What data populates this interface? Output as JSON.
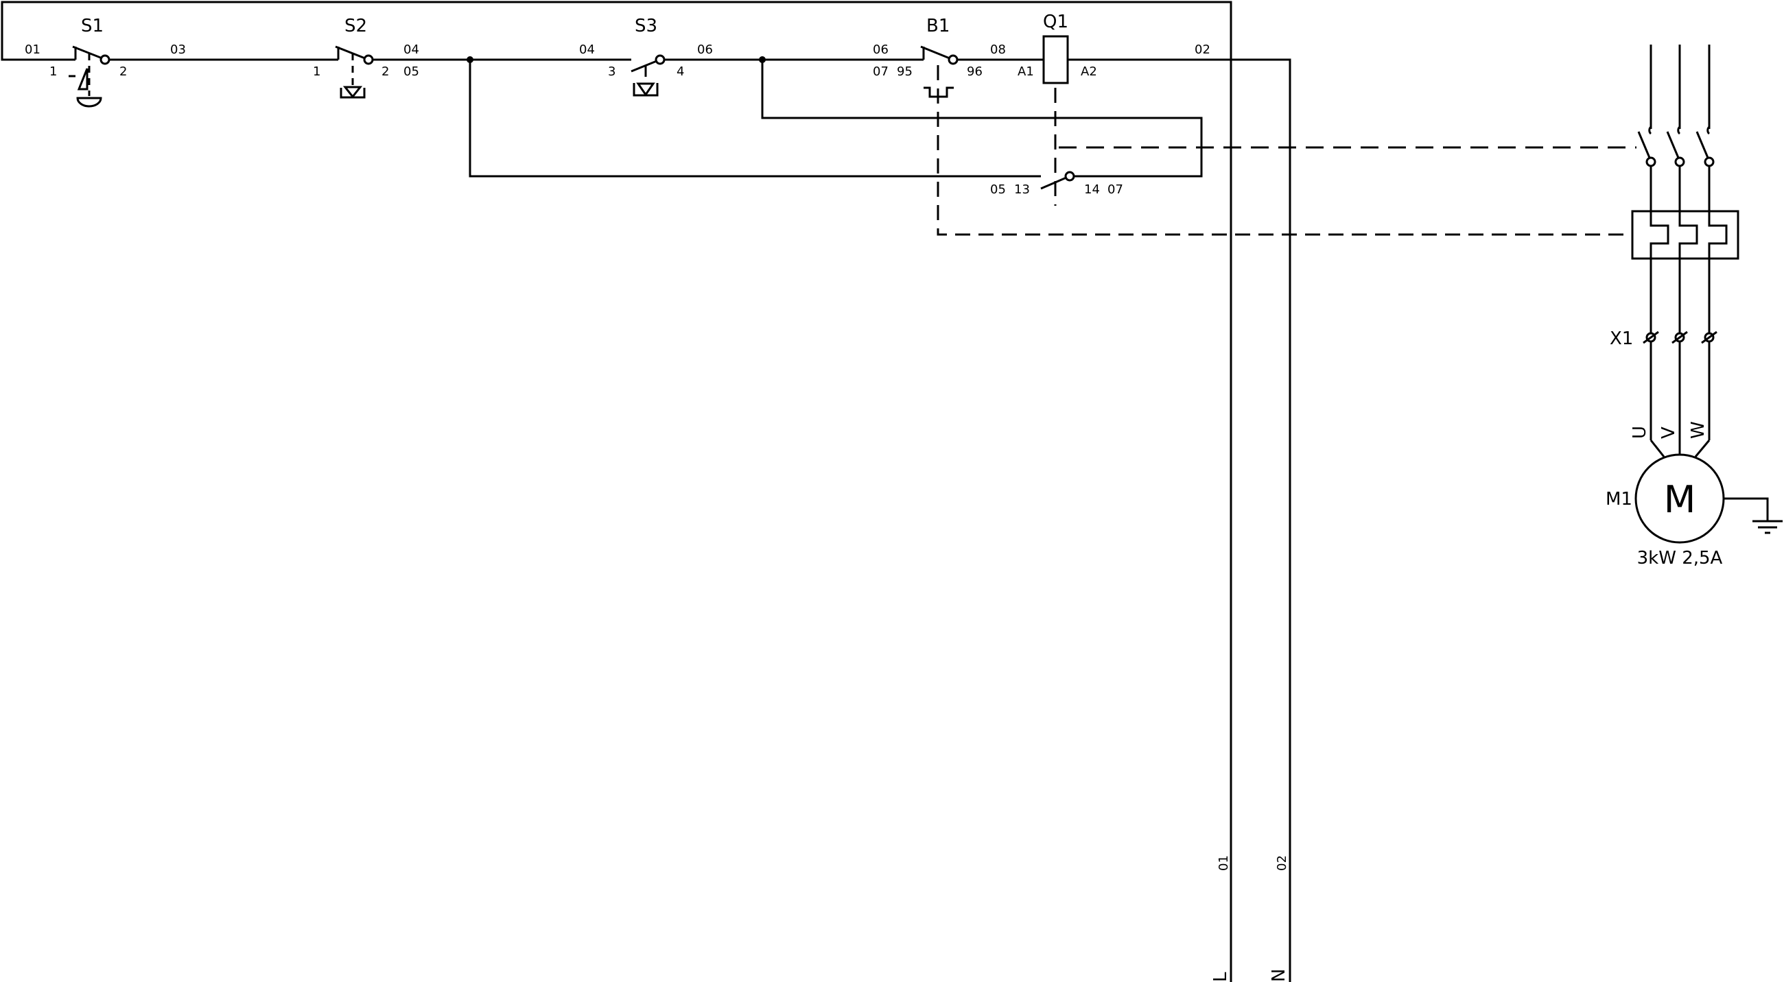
{
  "diagram": {
    "colors": {
      "line": "#000000",
      "background": "#ffffff"
    },
    "components": {
      "S1": {
        "tag": "S1",
        "pins": [
          "1",
          "2"
        ],
        "type": "emergency-stop"
      },
      "S2": {
        "tag": "S2",
        "pins": [
          "1",
          "2"
        ],
        "type": "stop-button-nc"
      },
      "S3": {
        "tag": "S3",
        "pins": [
          "3",
          "4"
        ],
        "type": "start-button-no"
      },
      "B1": {
        "tag": "B1",
        "pins": [
          "95",
          "96"
        ],
        "type": "thermal-overload-contact"
      },
      "Q1": {
        "tag": "Q1",
        "pins": [
          "A1",
          "A2"
        ],
        "aux_pins": [
          "13",
          "14"
        ],
        "type": "contactor-coil"
      },
      "X1": {
        "tag": "X1",
        "type": "terminal-block"
      },
      "M1": {
        "tag": "M1",
        "symbol": "M",
        "rating": "3kW 2,5A",
        "phases": [
          "U",
          "V",
          "W"
        ]
      }
    },
    "wires": {
      "w01": "01",
      "w03": "03",
      "w04a": "04",
      "w05": "05",
      "w04b": "04",
      "w06a": "06",
      "w06b": "06",
      "w07a": "07",
      "w08": "08",
      "w02": "02",
      "w05b": "05",
      "w07b": "07"
    },
    "rails": [
      {
        "name": "L",
        "wire": "01"
      },
      {
        "name": "N",
        "wire": "02"
      }
    ]
  }
}
